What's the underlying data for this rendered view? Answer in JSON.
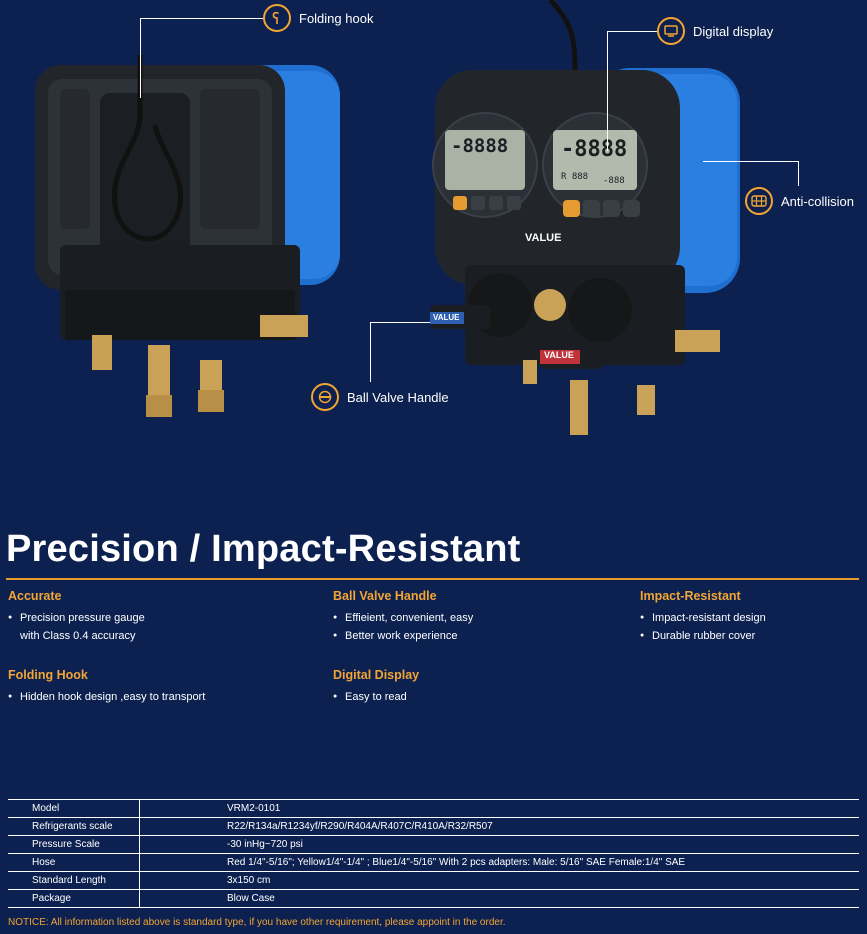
{
  "callouts": {
    "folding_hook": "Folding hook",
    "digital_display": "Digital display",
    "anti_collision": "Anti-collision",
    "ball_valve_handle": "Ball Valve Handle"
  },
  "product": {
    "screen_big": "-8888",
    "screen_small_left": "R 888",
    "screen_small_right": "-888",
    "brand": "VALUE"
  },
  "title": "Precision / Impact-Resistant",
  "features": [
    {
      "heading": "Accurate",
      "items": [
        "Precision pressure gauge",
        "with Class 0.4 accuracy"
      ]
    },
    {
      "heading": "Ball Valve Handle",
      "items": [
        "Effieient, convenient, easy",
        "Better work experience"
      ]
    },
    {
      "heading": "Impact-Resistant",
      "items": [
        "Impact-resistant design",
        "Durable rubber cover"
      ]
    },
    {
      "heading": "Folding Hook",
      "items": [
        "Hidden hook design ,easy to transport"
      ]
    },
    {
      "heading": "Digital Display",
      "items": [
        "Easy to read"
      ]
    }
  ],
  "spec_rows": [
    {
      "key": "Model",
      "value": "VRM2-0101"
    },
    {
      "key": "Refrigerants scale",
      "value": "R22/R134a/R1234yf/R290/R404A/R407C/R410A/R32/R507"
    },
    {
      "key": "Pressure Scale",
      "value": "-30 inHg~720 psi"
    },
    {
      "key": "Hose",
      "value": "Red 1/4\"-5/16\";  Yellow1/4\"-1/4\" ; Blue1/4\"-5/16\"  With 2 pcs adapters: Male: 5/16\" SAE  Female:1/4\" SAE"
    },
    {
      "key": "Standard Length",
      "value": "3x150 cm"
    },
    {
      "key": "Package",
      "value": "Blow Case"
    }
  ],
  "notice": "NOTICE: All information listed above is standard type, if you have other requirement, please appoint in the order.",
  "colors": {
    "background": "#0d2150",
    "accent": "#f2a533",
    "body_blue": "#1f6fd1"
  }
}
